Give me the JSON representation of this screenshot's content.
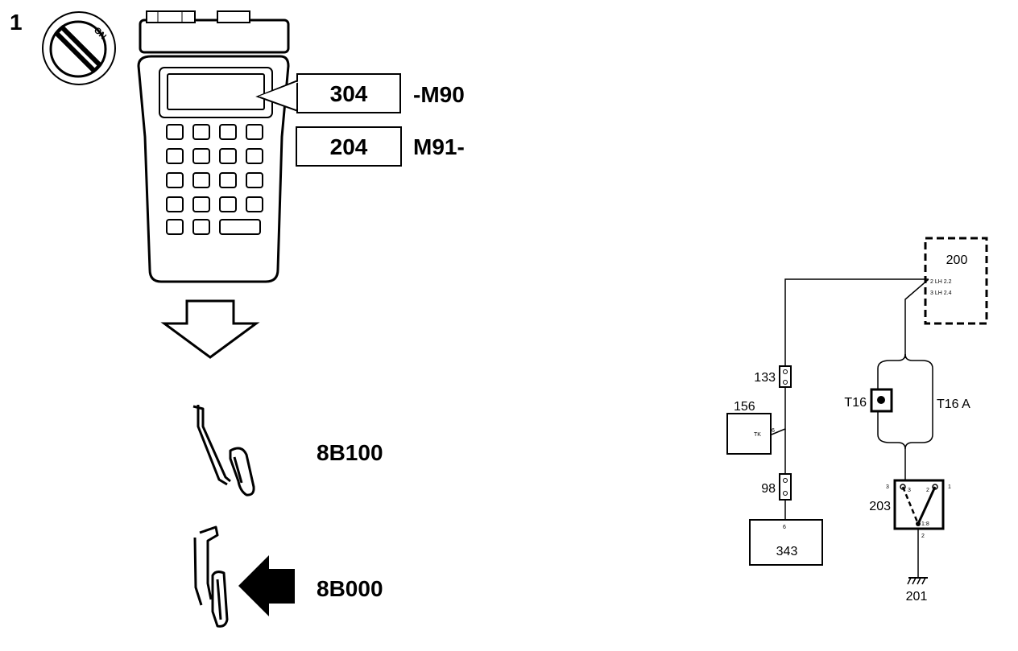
{
  "step_number": "1",
  "ignition": {
    "on_label": "ON"
  },
  "display": {
    "reading_1": "304",
    "reading_1_code": "-M90",
    "reading_2": "204",
    "reading_2_code": "M91-"
  },
  "pedal": {
    "released_code": "8B100",
    "pressed_code": "8B000"
  },
  "circuit": {
    "ecu": {
      "id": "200",
      "pin_2": "2 LH 2.2",
      "pin_3": "3 LH 2.4"
    },
    "connector_133": "133",
    "connector_98": "98",
    "component_156": "156",
    "component_156_pin_label": "TK",
    "component_156_pin": "6",
    "component_343": "343",
    "component_343_pin": "6",
    "test_point_t16": "T16",
    "test_point_t16a": "T16 A",
    "switch_203": "203",
    "switch_pin_1": "1",
    "switch_pin_2": "2",
    "switch_pin_3": "3",
    "switch_pin_3_inner": "3",
    "switch_pin_2_inner": "2",
    "switch_pin_bottom": "2",
    "switch_pin_mid": "1:8",
    "ground": "201"
  }
}
